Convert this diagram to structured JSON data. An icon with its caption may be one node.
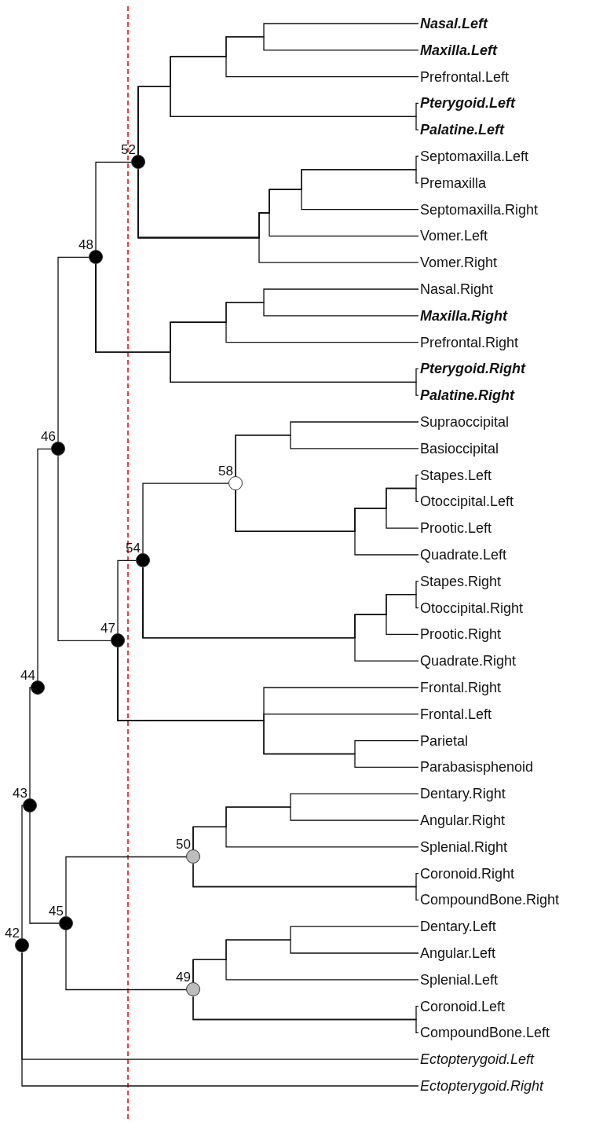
{
  "diagram": {
    "nodes": [
      {
        "text": [
          "Nasal.Left"
        ]
      },
      {
        "text": [
          "Maxilla.Left"
        ]
      },
      {
        "text": [
          "Prefrontal.Left"
        ]
      },
      {
        "text": [
          "Pterygoid.Left"
        ]
      },
      {
        "text": [
          "Palatine.Left"
        ]
      },
      {
        "text": [
          "Septomaxilla.Left"
        ]
      },
      {
        "text": [
          "Premaxilla"
        ]
      },
      {
        "text": [
          "Septomaxilla.Right"
        ]
      },
      {
        "text": [
          "Vomer.Left"
        ]
      },
      {
        "text": [
          "Vomer.Right"
        ]
      },
      {
        "text": [
          "Nasal.Right"
        ]
      },
      {
        "text": [
          "Maxilla.Right"
        ]
      },
      {
        "text": [
          "Prefrontal.Right"
        ]
      },
      {
        "text": [
          "Pterygoid.Right"
        ]
      },
      {
        "text": [
          "Palatine.Right"
        ]
      },
      {
        "text": [
          "Supraoccipital"
        ]
      },
      {
        "text": [
          "Basioccipital"
        ]
      },
      {
        "text": [
          "Stapes.Left"
        ]
      },
      {
        "text": [
          "Otoccipital.Left"
        ]
      },
      {
        "text": [
          "Prootic.Left"
        ]
      },
      {
        "text": [
          "Quadrate.Left"
        ]
      },
      {
        "text": [
          "Stapes.Right"
        ]
      },
      {
        "text": [
          "Otoccipital.Right"
        ]
      },
      {
        "text": [
          "Prootic.Right"
        ]
      },
      {
        "text": [
          "Quadrate.Right"
        ]
      },
      {
        "text": [
          "Frontal.Right"
        ]
      },
      {
        "text": [
          "Frontal.Left"
        ]
      },
      {
        "text": [
          "Parietal"
        ]
      },
      {
        "text": [
          "Parabasisphenoid"
        ]
      },
      {
        "text": [
          "Dentary.Right"
        ]
      },
      {
        "text": [
          "Angular.Right"
        ]
      },
      {
        "text": [
          "Splenial.Right"
        ]
      },
      {
        "text": [
          "Coronoid.Right"
        ]
      },
      {
        "text": [
          "CompoundBone.Right"
        ]
      },
      {
        "text": [
          "Dentary.Left"
        ]
      },
      {
        "text": [
          "Angular.Left"
        ]
      },
      {
        "text": [
          "Splenial.Left"
        ]
      },
      {
        "text": [
          "Coronoid.Left"
        ]
      },
      {
        "text": [
          "CompoundBone.Left"
        ]
      },
      {
        "text": [
          "Ectopterygoid.Left"
        ]
      },
      {
        "text": [
          "Ectopterygoid.Right"
        ]
      },
      {
        "text": [
          "42"
        ]
      },
      {
        "text": [
          "43"
        ]
      },
      {
        "text": [
          "44"
        ]
      },
      {
        "text": [
          "45"
        ]
      },
      {
        "text": [
          "46"
        ]
      },
      {
        "text": [
          "47"
        ]
      },
      {
        "text": [
          "48"
        ]
      },
      {
        "text": [
          "49"
        ]
      },
      {
        "text": [
          "50"
        ]
      },
      {
        "text": [
          "52"
        ]
      },
      {
        "text": [
          "54"
        ]
      },
      {
        "text": [
          "58"
        ]
      }
    ],
    "edges": [
      {
        "from": 41,
        "to": 42,
        "arrow": "none"
      },
      {
        "from": 41,
        "to": 39,
        "arrow": "none"
      },
      {
        "from": 41,
        "to": 40,
        "arrow": "none"
      },
      {
        "from": 42,
        "to": 43,
        "arrow": "none"
      },
      {
        "from": 42,
        "to": 44,
        "arrow": "none"
      },
      {
        "from": 43,
        "to": 45,
        "arrow": "none"
      },
      {
        "from": 45,
        "to": 47,
        "arrow": "none"
      },
      {
        "from": 45,
        "to": 46,
        "arrow": "none"
      },
      {
        "from": 47,
        "to": 50,
        "arrow": "none"
      },
      {
        "from": 47,
        "to": 10,
        "arrow": "none"
      },
      {
        "from": 47,
        "to": 11,
        "arrow": "none"
      },
      {
        "from": 47,
        "to": 12,
        "arrow": "none"
      },
      {
        "from": 47,
        "to": 13,
        "arrow": "none"
      },
      {
        "from": 47,
        "to": 14,
        "arrow": "none"
      },
      {
        "from": 50,
        "to": 0,
        "arrow": "none"
      },
      {
        "from": 50,
        "to": 1,
        "arrow": "none"
      },
      {
        "from": 50,
        "to": 2,
        "arrow": "none"
      },
      {
        "from": 50,
        "to": 3,
        "arrow": "none"
      },
      {
        "from": 50,
        "to": 4,
        "arrow": "none"
      },
      {
        "from": 50,
        "to": 5,
        "arrow": "none"
      },
      {
        "from": 50,
        "to": 6,
        "arrow": "none"
      },
      {
        "from": 50,
        "to": 7,
        "arrow": "none"
      },
      {
        "from": 50,
        "to": 8,
        "arrow": "none"
      },
      {
        "from": 50,
        "to": 9,
        "arrow": "none"
      },
      {
        "from": 46,
        "to": 51,
        "arrow": "none"
      },
      {
        "from": 46,
        "to": 25,
        "arrow": "none"
      },
      {
        "from": 46,
        "to": 26,
        "arrow": "none"
      },
      {
        "from": 46,
        "to": 27,
        "arrow": "none"
      },
      {
        "from": 46,
        "to": 28,
        "arrow": "none"
      },
      {
        "from": 51,
        "to": 52,
        "arrow": "none"
      },
      {
        "from": 51,
        "to": 21,
        "arrow": "none"
      },
      {
        "from": 51,
        "to": 22,
        "arrow": "none"
      },
      {
        "from": 51,
        "to": 23,
        "arrow": "none"
      },
      {
        "from": 51,
        "to": 24,
        "arrow": "none"
      },
      {
        "from": 52,
        "to": 15,
        "arrow": "none"
      },
      {
        "from": 52,
        "to": 16,
        "arrow": "none"
      },
      {
        "from": 52,
        "to": 17,
        "arrow": "none"
      },
      {
        "from": 52,
        "to": 18,
        "arrow": "none"
      },
      {
        "from": 52,
        "to": 19,
        "arrow": "none"
      },
      {
        "from": 52,
        "to": 20,
        "arrow": "none"
      },
      {
        "from": 44,
        "to": 49,
        "arrow": "none"
      },
      {
        "from": 44,
        "to": 48,
        "arrow": "none"
      },
      {
        "from": 49,
        "to": 29,
        "arrow": "none"
      },
      {
        "from": 49,
        "to": 30,
        "arrow": "none"
      },
      {
        "from": 49,
        "to": 31,
        "arrow": "none"
      },
      {
        "from": 49,
        "to": 32,
        "arrow": "none"
      },
      {
        "from": 49,
        "to": 33,
        "arrow": "none"
      },
      {
        "from": 48,
        "to": 34,
        "arrow": "none"
      },
      {
        "from": 48,
        "to": 35,
        "arrow": "none"
      },
      {
        "from": 48,
        "to": 36,
        "arrow": "none"
      },
      {
        "from": 48,
        "to": 37,
        "arrow": "none"
      },
      {
        "from": 48,
        "to": 38,
        "arrow": "none"
      }
    ]
  }
}
